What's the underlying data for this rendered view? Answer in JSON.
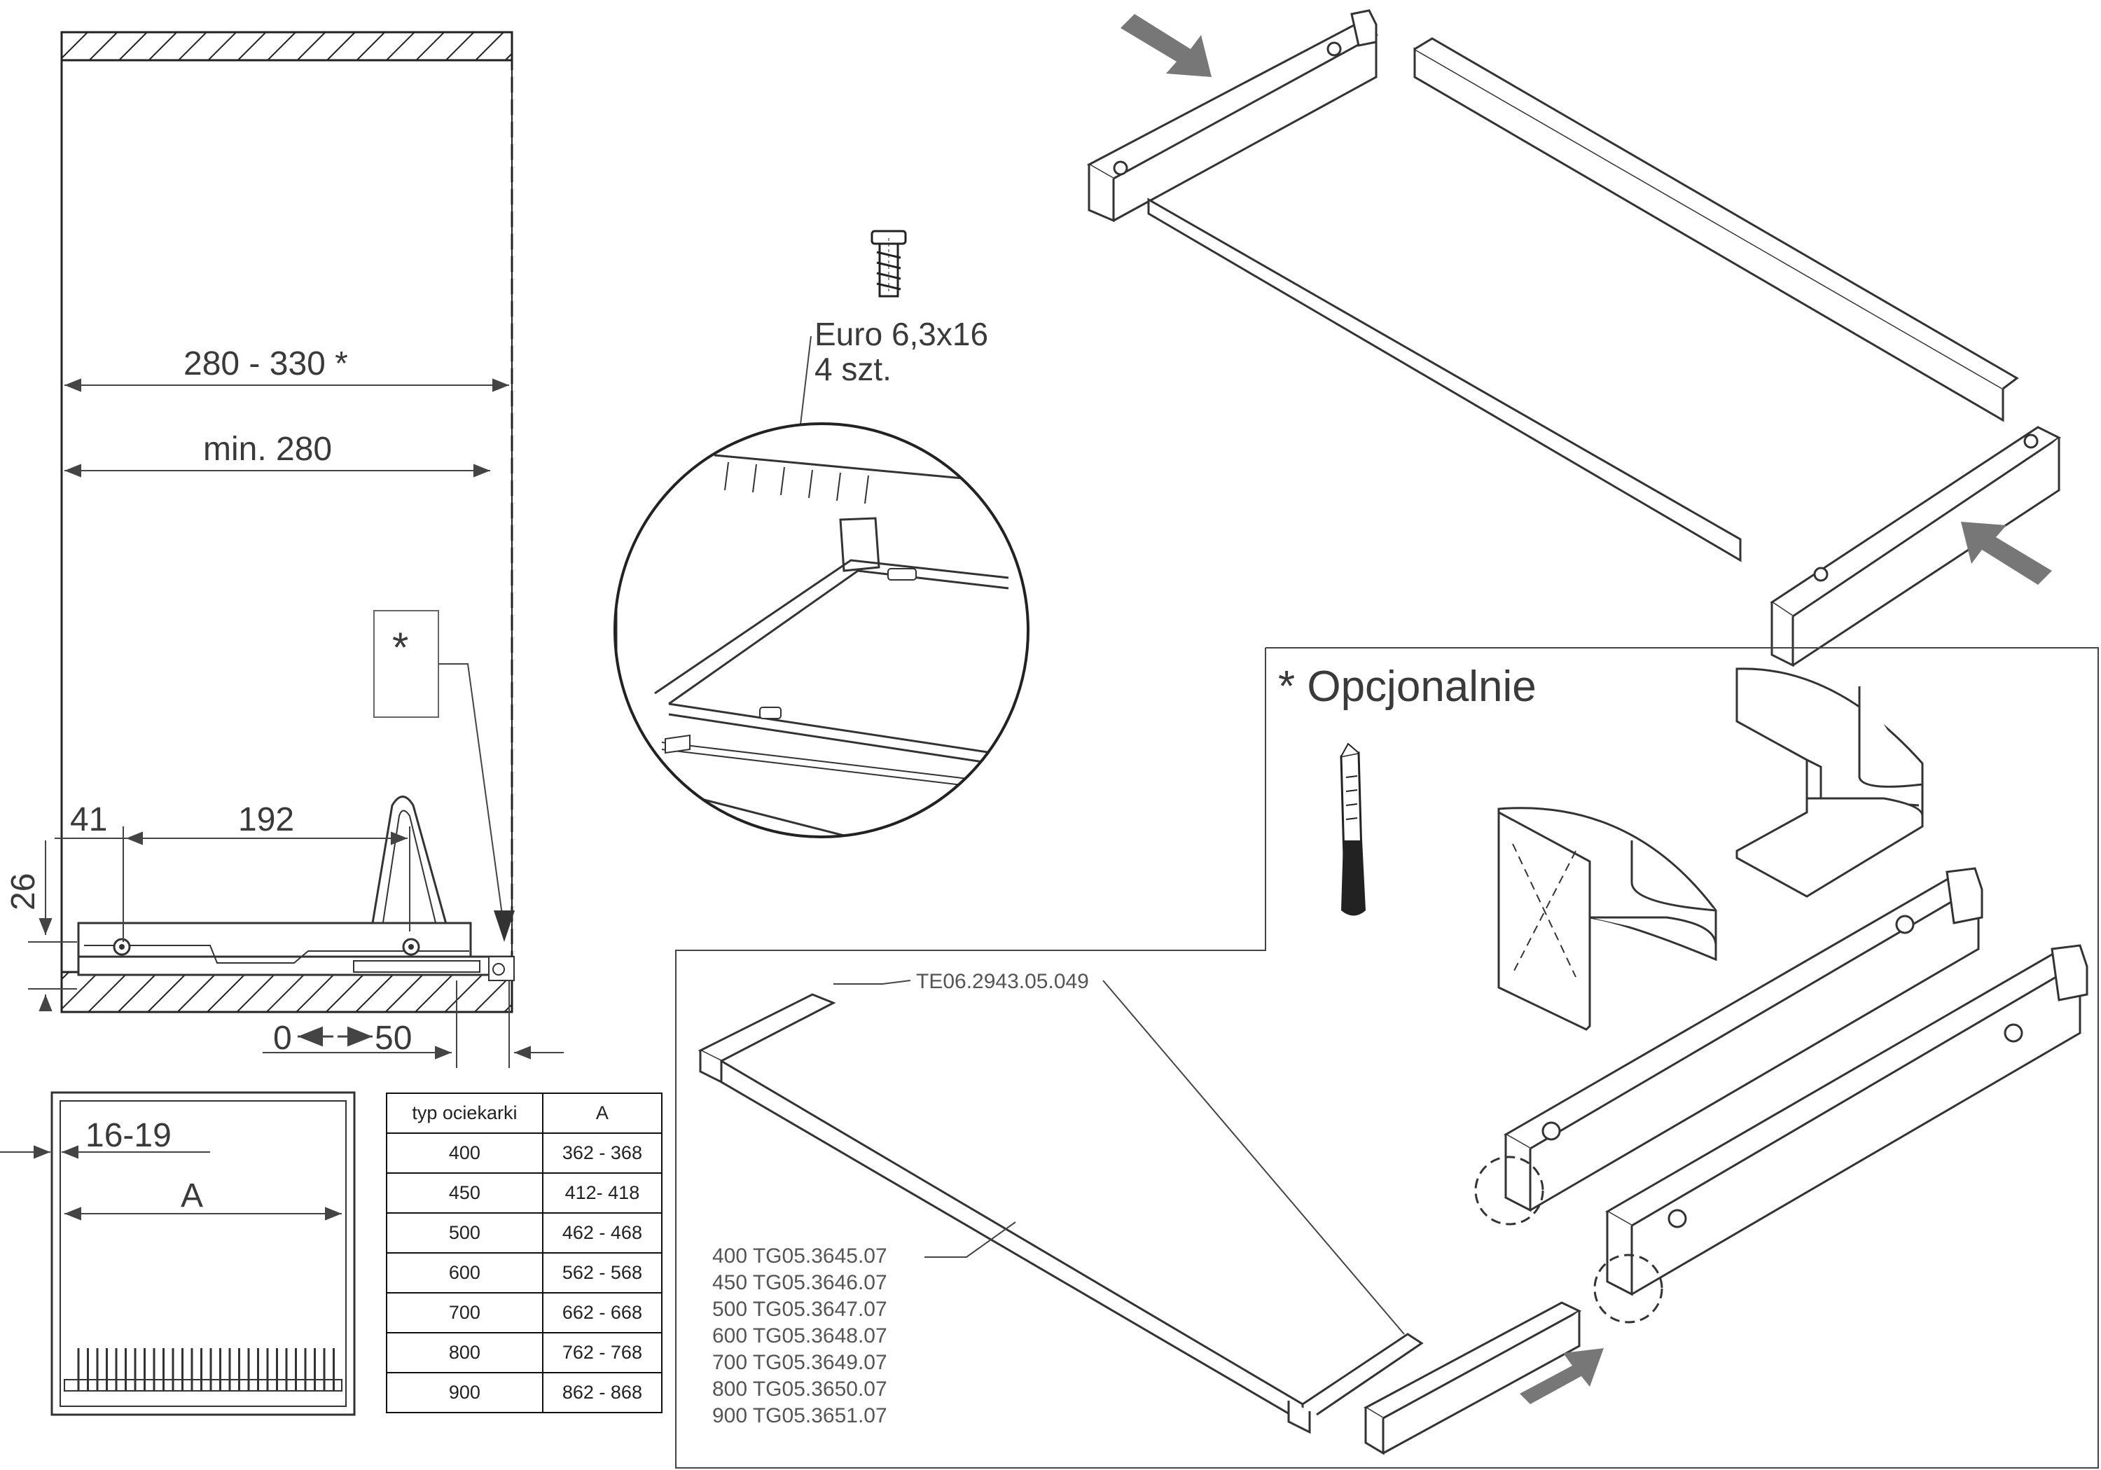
{
  "dimensions": {
    "width_range": "280 - 330 *",
    "min_width": "min. 280",
    "offset_41": "41",
    "offset_192": "192",
    "height_26": "26",
    "travel_0": "0",
    "travel_50": "50",
    "side_16_19": "16-19",
    "inner_A": "A"
  },
  "optional_marker": "*",
  "screw": {
    "name": "Euro 6,3x16",
    "qty": "4 szt."
  },
  "optional_section_title": "* Opcjonalnie",
  "size_table": {
    "headers": [
      "typ ociekarki",
      "A"
    ],
    "rows": [
      [
        "400",
        "362 - 368"
      ],
      [
        "450",
        "412- 418"
      ],
      [
        "500",
        "462 - 468"
      ],
      [
        "600",
        "562 - 568"
      ],
      [
        "700",
        "662 - 668"
      ],
      [
        "800",
        "762 - 768"
      ],
      [
        "900",
        "862 - 868"
      ]
    ]
  },
  "part_numbers": {
    "rail": "TE06.2943.05.049",
    "list": [
      "400  TG05.3645.07",
      "450  TG05.3646.07",
      "500  TG05.3647.07",
      "600  TG05.3648.07",
      "700  TG05.3649.07",
      "800  TG05.3650.07",
      "900  TG05.3651.07"
    ]
  }
}
